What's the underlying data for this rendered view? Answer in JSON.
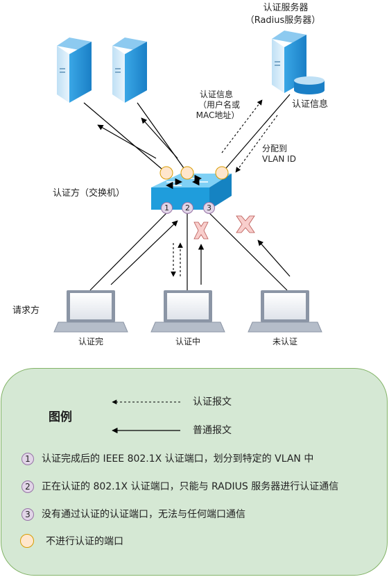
{
  "server_title": "认证服务器",
  "server_subtitle": "（Radius服务器）",
  "auth_info_db_label": "认证信息",
  "auth_info_msg": [
    "认证信息",
    "（用户名或",
    "MAC地址）"
  ],
  "assign_vlan": [
    "分配到",
    "VLAN ID"
  ],
  "switch_label": "认证方（交换机）",
  "supplicant_label": "请求方",
  "port_numbers": [
    "1",
    "2",
    "3"
  ],
  "laptops": [
    "认证完",
    "认证中",
    "未认证"
  ],
  "legend": {
    "title": "图例",
    "auth_msg": "认证报文",
    "normal_msg": "普通报文",
    "items": [
      {
        "num": "1",
        "text": "认证完成后的 IEEE 802.1X 认证端口，划分到特定的 VLAN 中"
      },
      {
        "num": "2",
        "text": "正在认证的 802.1X 认证端口，只能与 RADIUS 服务器进行认证通信"
      },
      {
        "num": "3",
        "text": "没有通过认证的认证端口，无法与任何端口通信"
      }
    ],
    "no_auth_port": "不进行认证的端口"
  },
  "colors": {
    "server": "#1b8ed6",
    "switch": "#1ea0de",
    "port_plain_fill": "#ffe6cc",
    "port_plain_stroke": "#d79b00",
    "port_num_fill": "#e1d5e7",
    "port_num_stroke": "#9673a6",
    "cross": "#f8cecc",
    "legend_bg": "#d5e8d4",
    "legend_border": "#82b366"
  }
}
